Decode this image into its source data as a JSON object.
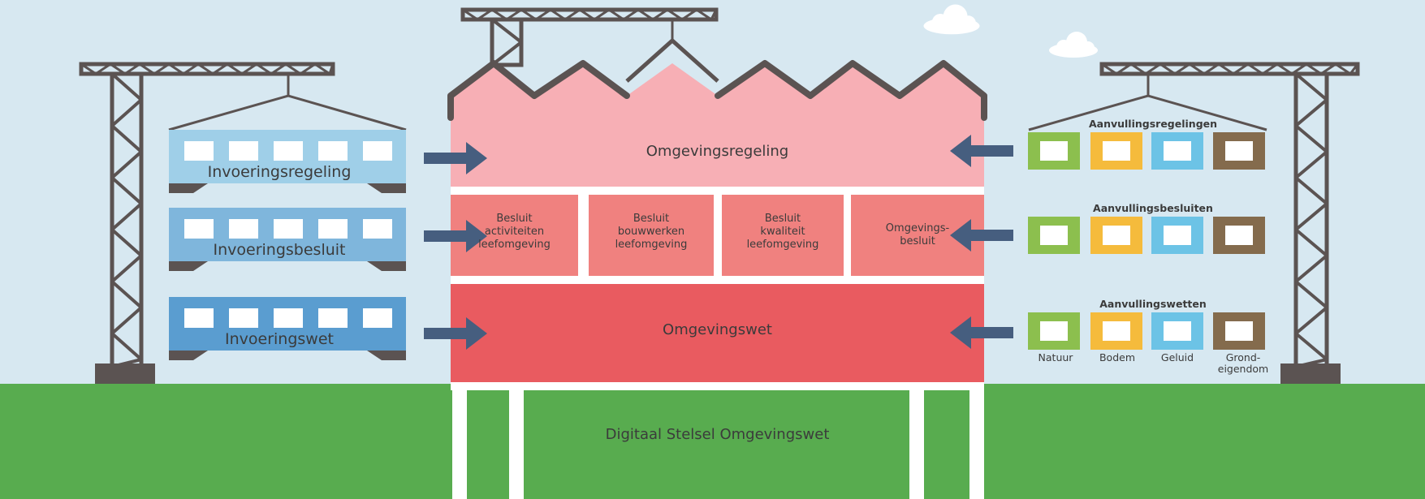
{
  "left_modules": [
    {
      "label": "Invoeringsregeling",
      "color": "#9fcfe8"
    },
    {
      "label": "Invoeringsbesluit",
      "color": "#7fb6dc"
    },
    {
      "label": "Invoeringswet",
      "color": "#5a9dd0"
    }
  ],
  "building": {
    "top_floor": "Omgevingsregeling",
    "middle_floor": [
      {
        "lines": [
          "Besluit",
          "activiteiten",
          "leefomgeving"
        ]
      },
      {
        "lines": [
          "Besluit",
          "bouwwerken",
          "leefomgeving"
        ]
      },
      {
        "lines": [
          "Besluit",
          "kwaliteit",
          "leefomgeving"
        ]
      },
      {
        "lines": [
          "Omgevings-",
          "besluit"
        ]
      }
    ],
    "ground_floor": "Omgevingswet",
    "foundation": "Digitaal Stelsel Omgevingswet",
    "colors": {
      "top": "#f7afb5",
      "middle": "#f0817f",
      "ground": "#e95b60"
    }
  },
  "right_rows": [
    {
      "heading": "Aanvullingsregelingen"
    },
    {
      "heading": "Aanvullingsbesluiten"
    },
    {
      "heading": "Aanvullingswetten"
    }
  ],
  "box_labels": [
    {
      "lines": [
        "Natuur"
      ]
    },
    {
      "lines": [
        "Bodem"
      ]
    },
    {
      "lines": [
        "Geluid"
      ]
    },
    {
      "lines": [
        "Grond-",
        "eigendom"
      ]
    }
  ],
  "box_colors": [
    "#8cbf4e",
    "#f5bb3c",
    "#6cc3e6",
    "#846b4d"
  ],
  "colors": {
    "sky": "#d7e8f1",
    "grass": "#58ac4f",
    "crane": "#5b5352",
    "arrow": "#465e7f",
    "text": "#3b3b3b"
  }
}
